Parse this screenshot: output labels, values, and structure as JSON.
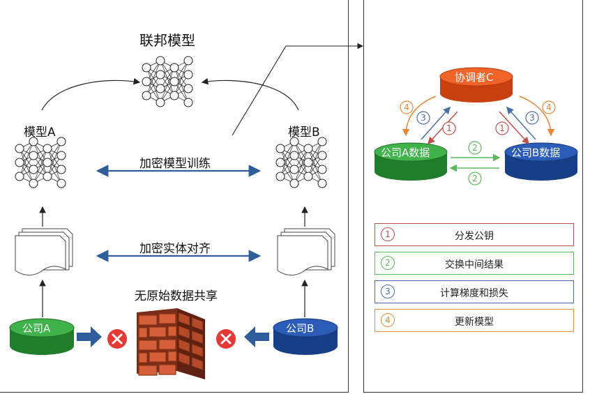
{
  "left": {
    "federated_model": "联邦模型",
    "model_a": "模型A",
    "model_b": "模型B",
    "encrypted_training": "加密模型训练",
    "encrypted_alignment": "加密实体对齐",
    "no_raw_data_sharing": "无原始数据共享",
    "company_a": "公司A",
    "company_b": "公司B"
  },
  "right": {
    "coordinator": "协调者C",
    "company_a_data": "公司A数据",
    "company_b_data": "公司B数据",
    "step_nums": [
      "1",
      "2",
      "3",
      "4"
    ]
  },
  "legend": [
    {
      "num": "1",
      "text": "分发公钥",
      "color": "#c0504d"
    },
    {
      "num": "2",
      "text": "交换中间结果",
      "color": "#5cb85c"
    },
    {
      "num": "3",
      "text": "计算梯度和损失",
      "color": "#4a6ea8"
    },
    {
      "num": "4",
      "text": "更新模型",
      "color": "#e8873a"
    }
  ],
  "colors": {
    "green_cyl": "#2e9e3a",
    "blue_cyl": "#1f4fa3",
    "orange_cyl": "#e5541c",
    "arrow_blue": "#2f5d9a"
  }
}
